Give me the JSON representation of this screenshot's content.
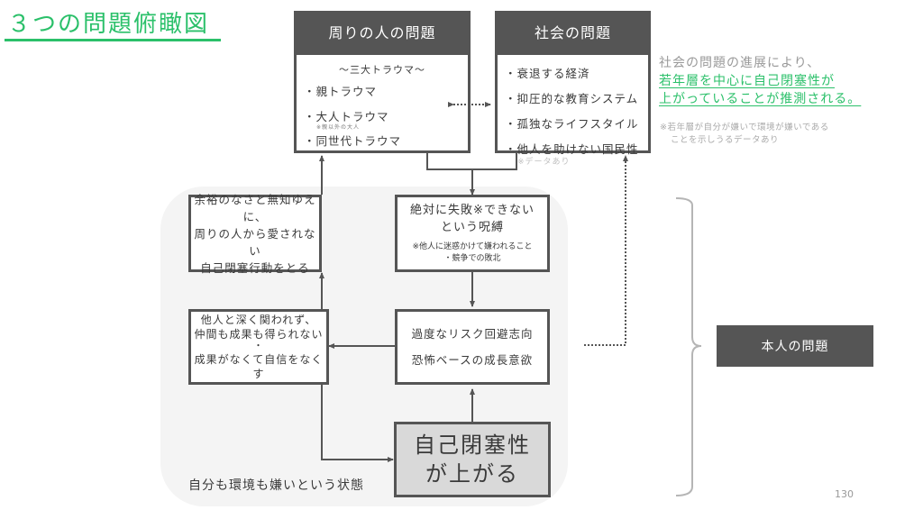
{
  "page_title": "３つの問題俯瞰図",
  "page_number": "130",
  "others_problem": {
    "header": "周りの人の問題",
    "subtitle": "～三大トラウマ～",
    "items": [
      {
        "text": "・親トラウマ",
        "note": ""
      },
      {
        "text": "・大人トラウマ",
        "note": "※親以外の大人"
      },
      {
        "text": "・同世代トラウマ",
        "note": ""
      }
    ]
  },
  "society_problem": {
    "header": "社会の問題",
    "items": [
      {
        "text": "・衰退する経済",
        "note": ""
      },
      {
        "text": "・抑圧的な教育システム",
        "note": ""
      },
      {
        "text": "・孤独なライフスタイル",
        "note": ""
      },
      {
        "text": "・他人を助けない国民性",
        "note": "※データあり"
      }
    ]
  },
  "side_note": {
    "line1": "社会の問題の進展により、",
    "highlight1": "若年層を中心に自己閉塞性が",
    "highlight2": "上がっていることが推測される。",
    "footnote1": "※若年層が自分が嫌いで環境が嫌いである",
    "footnote2": "ことを示しうるデータあり"
  },
  "cycle": {
    "box_curse": {
      "line1": "絶対に失敗※できない",
      "line2": "という呪縛",
      "note1": "※他人に迷惑かけて嫌われること",
      "note2": "・競争での敗北"
    },
    "box_risk": {
      "line1": "過度なリスク回避志向",
      "line2": "恐怖ベースの成長意欲"
    },
    "box_isolation": {
      "line1": "他人と深く関われず、",
      "line2": "仲間も成果も得られない",
      "line3": "・",
      "line4": "成果がなくて自信をなくす"
    },
    "box_behavior": {
      "line1": "余裕のなさと無知ゆえに、",
      "line2": "周りの人から愛されない",
      "line3": "自己閉塞行動をとる"
    },
    "box_result": {
      "line1": "自己閉塞性",
      "line2": "が上がる"
    },
    "state_label": "自分も環境も嫌いという状態"
  },
  "self_problem": {
    "label": "本人の問題"
  },
  "colors": {
    "accent_green": "#2bc06a",
    "header_dark": "#555555",
    "result_fill": "#d9d9d9",
    "panel_bg": "#f4f4f4"
  }
}
